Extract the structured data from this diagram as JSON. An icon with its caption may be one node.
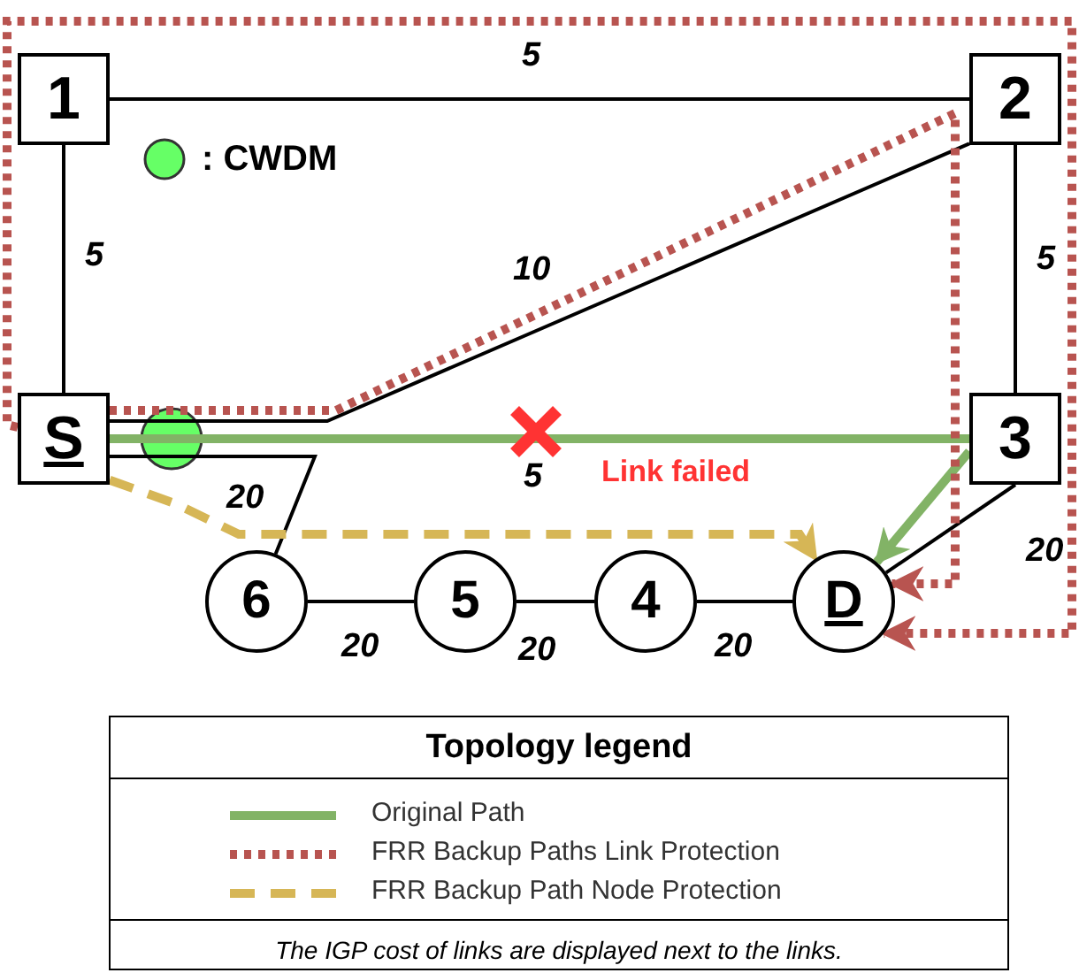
{
  "diagram": {
    "nodes": [
      {
        "text": [
          "1"
        ]
      },
      {
        "text": [
          "2"
        ]
      },
      {
        "text": [
          "S"
        ]
      },
      {
        "text": [
          "3"
        ]
      },
      {
        "text": [
          "6"
        ]
      },
      {
        "text": [
          "5"
        ]
      },
      {
        "text": [
          "4"
        ]
      },
      {
        "text": [
          "D"
        ]
      }
    ],
    "edges": [
      {
        "from": 0,
        "to": 1,
        "arrow": "none",
        "label": "5"
      },
      {
        "from": 0,
        "to": 2,
        "arrow": "none",
        "label": "5"
      },
      {
        "from": 2,
        "to": 1,
        "arrow": "none",
        "label": "10"
      },
      {
        "from": 1,
        "to": 3,
        "arrow": "none",
        "label": "5"
      },
      {
        "from": 2,
        "to": 3,
        "arrow": "none",
        "label": "5",
        "style": "thick",
        "color": "#82b366"
      },
      {
        "from": 2,
        "to": 4,
        "arrow": "none",
        "label": "20"
      },
      {
        "from": 4,
        "to": 5,
        "arrow": "none",
        "label": "20"
      },
      {
        "from": 5,
        "to": 6,
        "arrow": "none",
        "label": "20"
      },
      {
        "from": 6,
        "to": 7,
        "arrow": "none",
        "label": "20"
      },
      {
        "from": 3,
        "to": 7,
        "arrow": "none",
        "label": "20"
      },
      {
        "from": 3,
        "to": 7,
        "arrow": "to",
        "style": "thick",
        "color": "#82b366"
      },
      {
        "from": 2,
        "to": 7,
        "arrow": "to",
        "style": "dashed",
        "color": "#b85450"
      },
      {
        "from": 2,
        "to": 7,
        "arrow": "to",
        "style": "dashed",
        "color": "#b85450"
      },
      {
        "from": 2,
        "to": 7,
        "arrow": "to",
        "style": "dashed",
        "color": "#d6b656"
      }
    ],
    "labels": [
      "Link failed",
      "Topology legend",
      "The IGP cost of links are displayed next to the links."
    ],
    "legend": [
      {
        "text": ": CWDM",
        "color": "#66ff66"
      },
      {
        "text": "Original Path"
      },
      {
        "text": "FRR Backup Paths Link Protection"
      },
      {
        "text": "FRR Backup Path Node Protection"
      }
    ]
  }
}
